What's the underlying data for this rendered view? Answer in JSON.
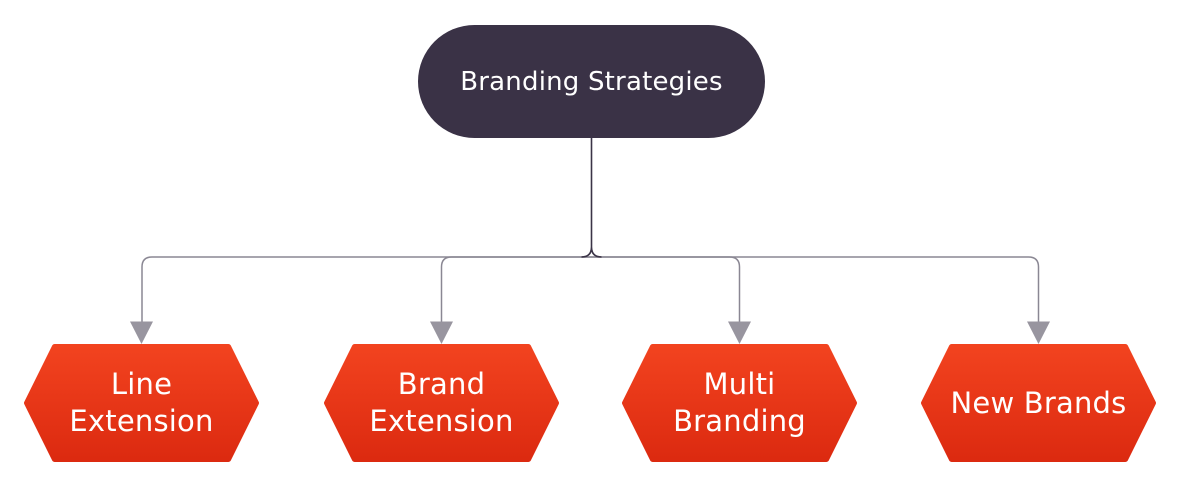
{
  "diagram": {
    "type": "tree",
    "title": "Branding Strategies diagram",
    "root": {
      "label": "Branding Strategies"
    },
    "children": [
      {
        "label": "Line Extension"
      },
      {
        "label": "Brand Extension"
      },
      {
        "label": "Multi Branding"
      },
      {
        "label": "New Brands"
      }
    ],
    "colors": {
      "background": "#ffffff",
      "root_fill": "#3a3246",
      "child_fill_top": "#f2431f",
      "child_fill_bottom": "#dc2a10",
      "connector_stem": "#3b3447",
      "connector_branch": "#8a8793",
      "arrowhead": "#98959f",
      "text": "#ffffff"
    }
  }
}
